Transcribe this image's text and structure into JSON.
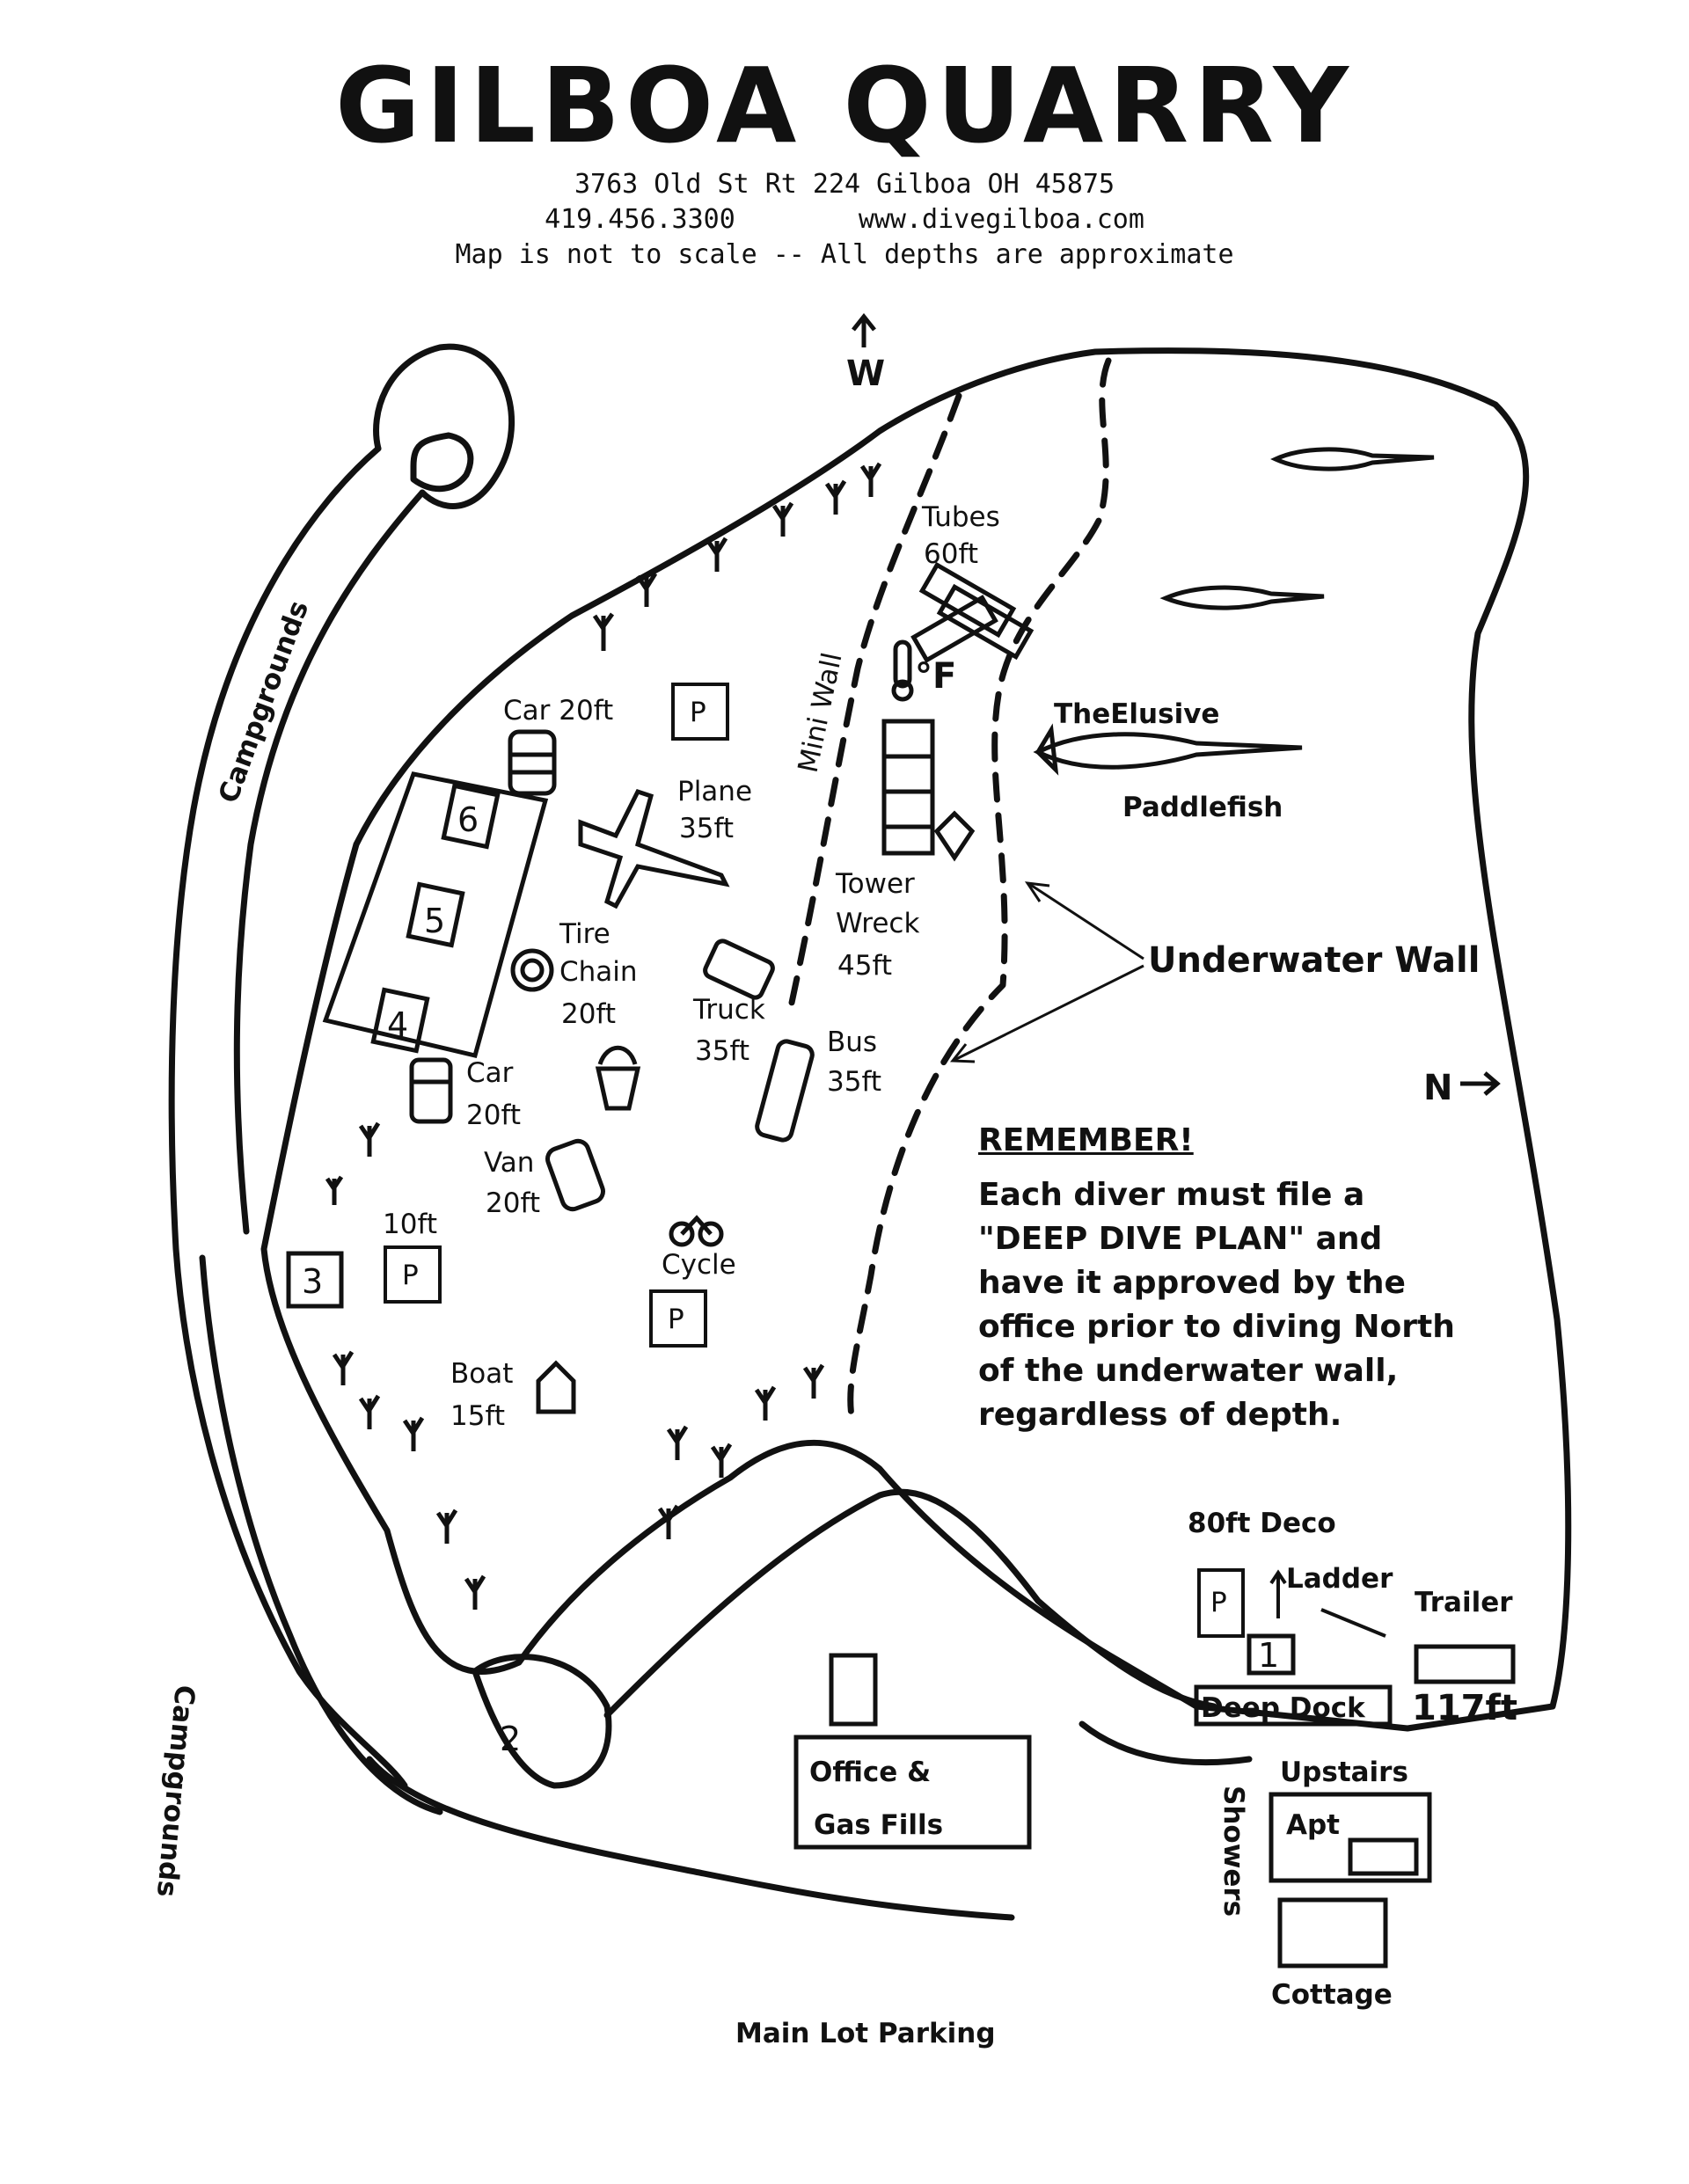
{
  "header": {
    "title": "GILBOA QUARRY",
    "address": "3763 Old St Rt 224 Gilboa OH 45875",
    "phone": "419.456.3300",
    "website": "www.divegilboa.com",
    "disclaimer": "Map is not to scale -- All depths are approximate"
  },
  "compass": {
    "west": "W",
    "north": "N"
  },
  "attractions": {
    "tubes": "Tubes",
    "tubes_depth": "60ft",
    "temp_unit": "°F",
    "mini_wall": "Mini Wall",
    "car1": "Car 20ft",
    "plane": "Plane",
    "plane_depth": "35ft",
    "tire_chain_1": "Tire",
    "tire_chain_2": "Chain",
    "tire_chain_depth": "20ft",
    "tower": "Tower",
    "wreck": "Wreck",
    "tower_depth": "45ft",
    "truck": "Truck",
    "truck_depth": "35ft",
    "bus": "Bus",
    "bus_depth": "35ft",
    "car2": "Car",
    "car2_depth": "20ft",
    "van": "Van",
    "van_depth": "20ft",
    "p10": "10ft",
    "cycle": "Cycle",
    "boat": "Boat",
    "boat_depth": "15ft"
  },
  "fish": {
    "line1": "TheElusive",
    "line2": "Paddlefish"
  },
  "underwater_wall": "Underwater Wall",
  "parking_sign": "P",
  "entry_points": [
    "1",
    "2",
    "3",
    "4",
    "5",
    "6"
  ],
  "facilities": {
    "campgrounds_top": "Campgrounds",
    "campgrounds_bottom": "Campgrounds",
    "deco": "80ft Deco",
    "ladder": "Ladder",
    "trailer": "Trailer",
    "deep_dock": "Deep Dock",
    "deep_dock_depth": "117ft",
    "office_1": "Office &",
    "office_2": "Gas Fills",
    "upstairs": "Upstairs",
    "apt": "Apt",
    "showers": "Showers",
    "cottage": "Cottage",
    "main_lot": "Main Lot Parking"
  },
  "notice": {
    "heading": "REMEMBER!",
    "body": "Each diver must file a \"DEEP DIVE PLAN\" and have it approved by the office prior to diving North of the underwater wall, regardless of depth."
  }
}
